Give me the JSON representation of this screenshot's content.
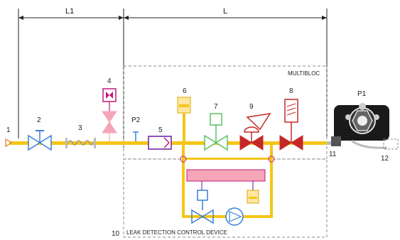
{
  "dimensions": {
    "l1": "L1",
    "l": "L"
  },
  "boxes": {
    "multibloc": "MULTIBLOC",
    "leak_device": "LEAK DETECTION CONTROL DEVICE"
  },
  "components": {
    "c1": "1",
    "c2": "2",
    "c3": "3",
    "c4": "4",
    "c5": "5",
    "c6": "6",
    "c7": "7",
    "c8": "8",
    "c9": "9",
    "c10": "10",
    "c11": "11",
    "c12": "12",
    "p1": "P1",
    "p2": "P2"
  },
  "colors": {
    "gas_pipe": "#f5c518",
    "valve_blue": "#3a7fd5",
    "valve_green": "#5bbf63",
    "valve_red": "#c62828",
    "magenta": "#c2187a",
    "purple": "#6a1b9a",
    "pink": "#f4a6b8",
    "box_dash": "#888888"
  }
}
